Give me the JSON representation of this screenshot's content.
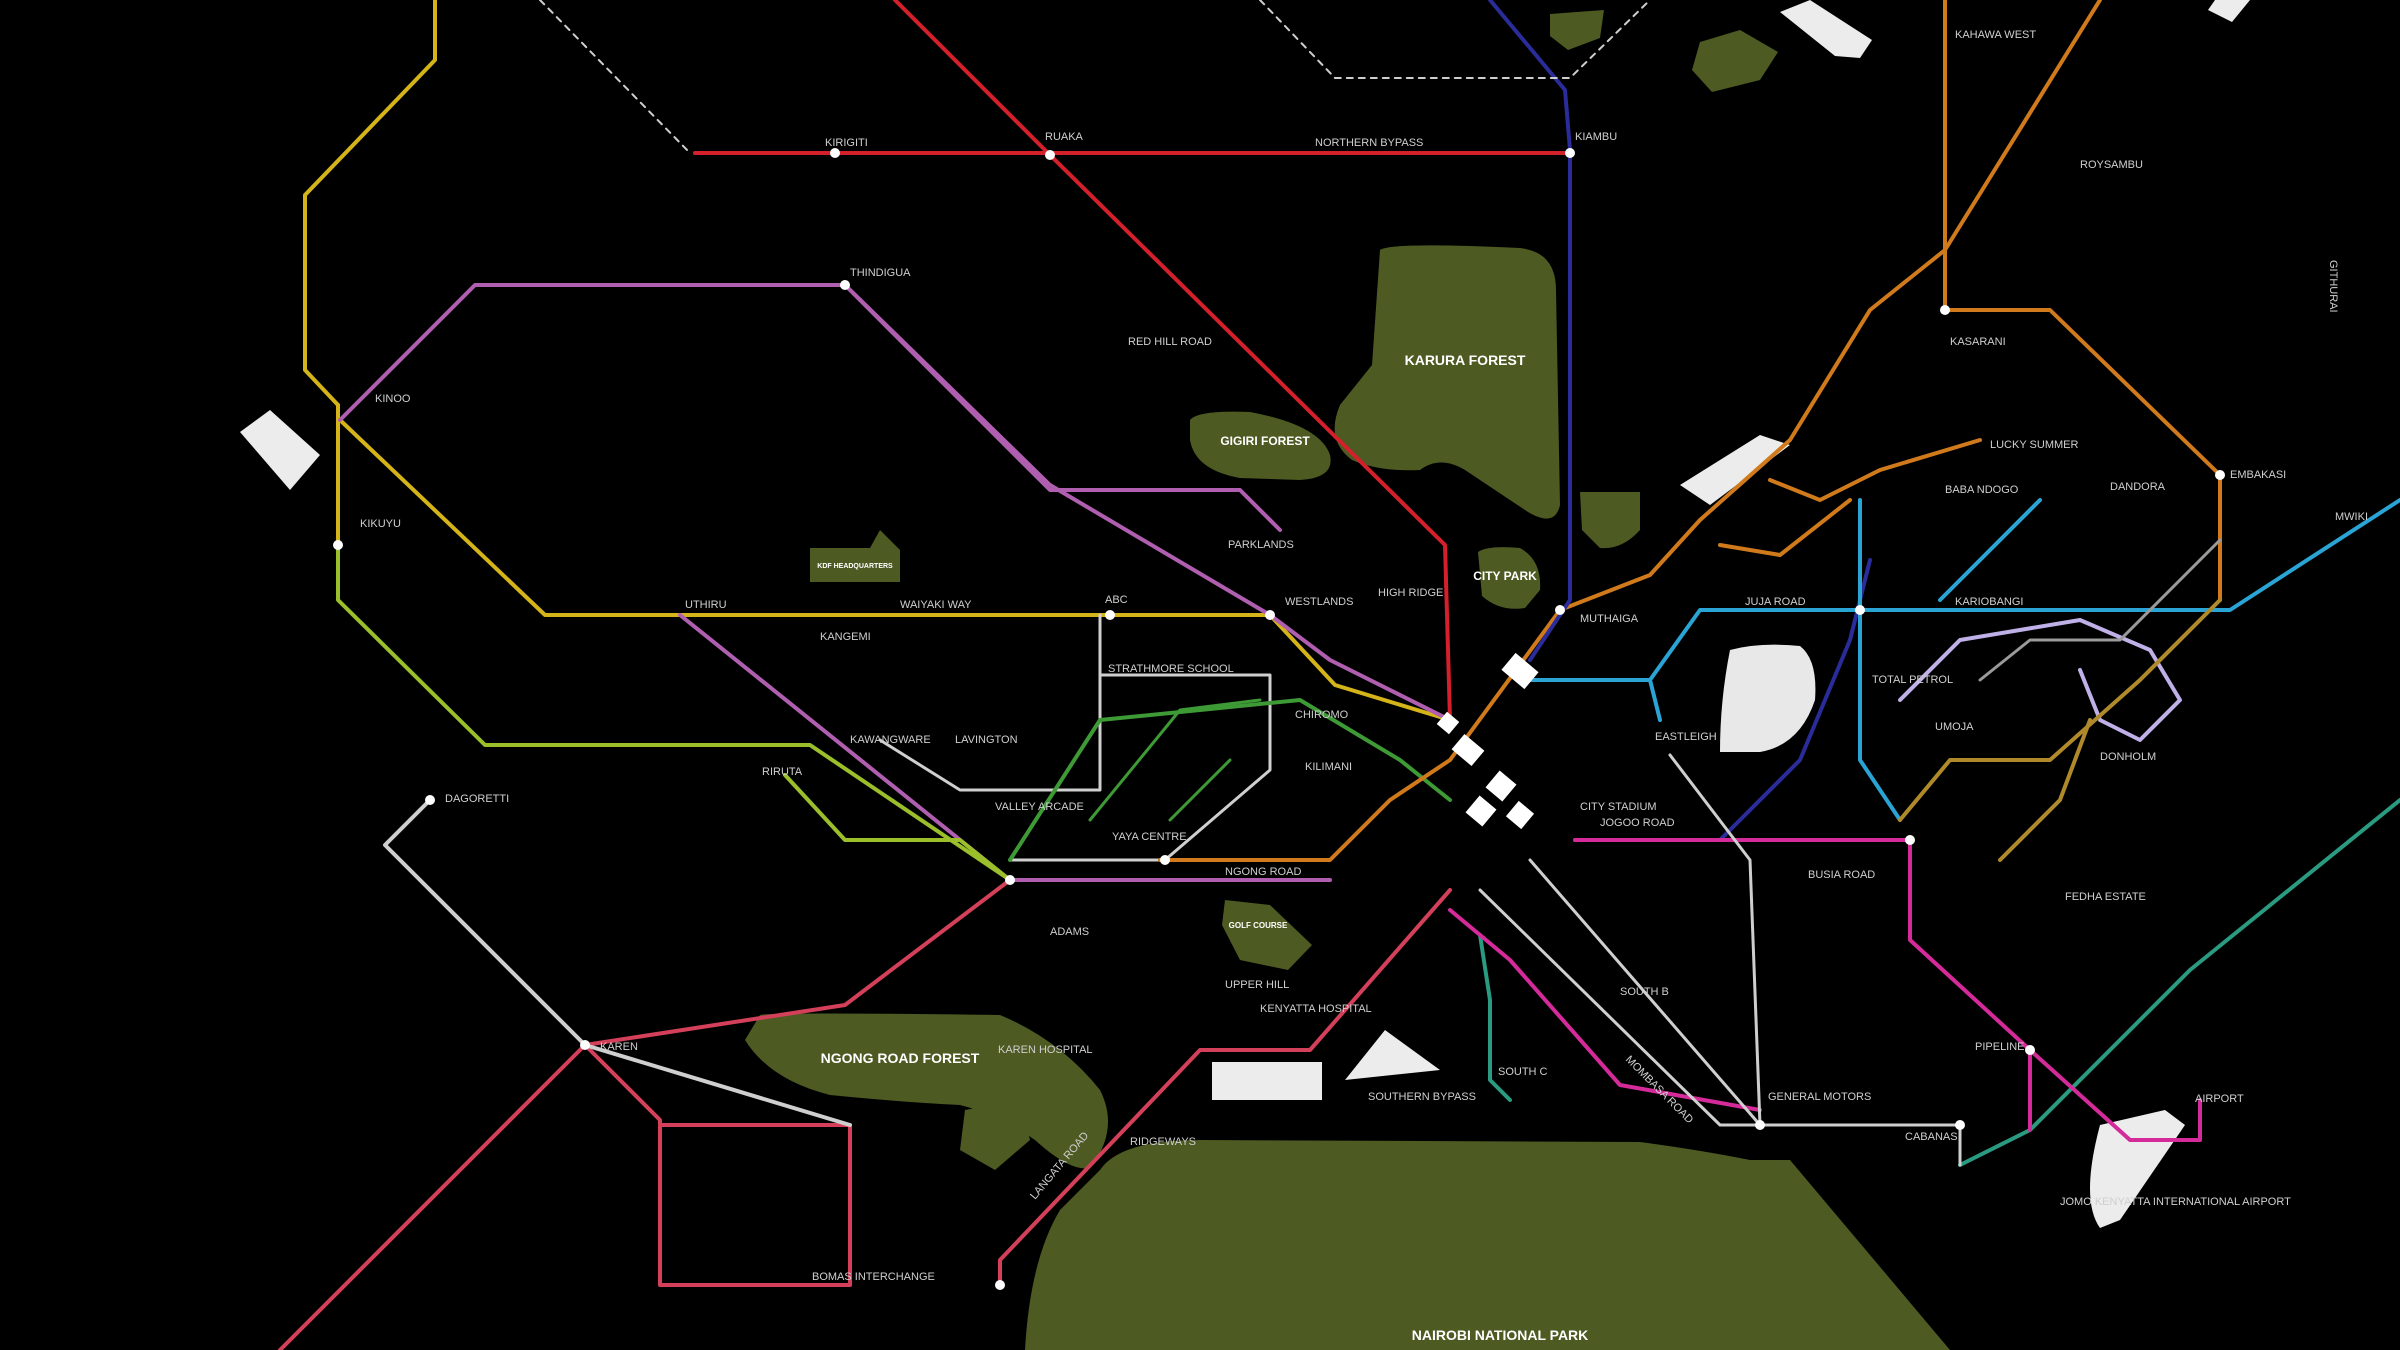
{
  "map": {
    "title": "",
    "areas": [
      {
        "key": "karura",
        "label": "KARURA FOREST"
      },
      {
        "key": "gigiri",
        "label": "GIGIRI FOREST"
      },
      {
        "key": "city_park",
        "label": "CITY PARK"
      },
      {
        "key": "ngong",
        "label": "NGONG ROAD FOREST"
      },
      {
        "key": "national_park",
        "label": "NAIROBI NATIONAL PARK"
      },
      {
        "key": "golf",
        "label": "GOLF COURSE"
      },
      {
        "key": "kdf",
        "label": "KDF HEADQUARTERS"
      }
    ],
    "stations": [
      "KANGEMI",
      "WESTLANDS",
      "UTHIRU",
      "WAIYAKI WAY",
      "ABC",
      "KIKUYU",
      "KINOO",
      "NORTHERN BYPASS",
      "KIAMBU",
      "THINDIGUA",
      "KIRIGITI",
      "RUAKA",
      "MUTHAIGA",
      "KAHAWA WEST",
      "KASARANI",
      "ROYSAMBU",
      "LUCKY SUMMER",
      "BABA NDOGO",
      "DANDORA",
      "EMBAKASI",
      "JUJA ROAD",
      "EASTLEIGH",
      "JOGOO ROAD",
      "CITY STADIUM",
      "KARIOBANGI",
      "UMOJA",
      "DONHOLM",
      "PIPELINE",
      "AIRPORT",
      "CABANAS",
      "GENERAL MOTORS",
      "SOUTH B",
      "SOUTH C",
      "LANGATA ROAD",
      "KAREN",
      "DAGORETTI",
      "LAVINGTON",
      "VALLEY ARCADE",
      "KILIMANI",
      "YAYA CENTRE",
      "ADAMS",
      "KENYATTA HOSPITAL",
      "UPPER HILL",
      "NGONG ROAD",
      "RIRUTA",
      "KAWANGWARE",
      "STRATHMORE SCHOOL",
      "CHIROMO",
      "PARKLANDS",
      "RED HILL ROAD",
      "HIGH RIDGE",
      "GITHURAI",
      "MWIKI",
      "FEDHA ESTATE",
      "BUSIA ROAD",
      "RIDGEWAYS",
      "BOMAS INTERCHANGE",
      "KAREN HOSPITAL",
      "SOUTHERN BYPASS",
      "MOMBASA ROAD",
      "TOTAL PETROL",
      "JOMO KENYATTA INTERNATIONAL AIRPORT"
    ]
  }
}
